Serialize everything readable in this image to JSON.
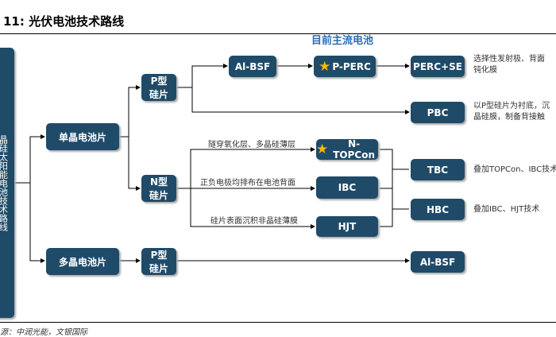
{
  "title": "11: 光伏电池技术路线",
  "mainstream_label": "目前主流电池",
  "root": "晶硅太阳能电池技术路线",
  "nodes": {
    "mono": "单晶电池片",
    "poly": "多晶电池片",
    "p_wafer_top": "P型\n硅片",
    "n_wafer": "N型\n硅片",
    "p_wafer_bottom": "P型\n硅片",
    "albsf_top": "Al-BSF",
    "perc": "P-PERC",
    "perc_se": "PERC+SE",
    "pbc": "PBC",
    "topcon": "N-TOPCon",
    "ibc": "IBC",
    "hjt": "HJT",
    "tbc": "TBC",
    "hbc": "HBC",
    "albsf_bottom": "Al-BSF"
  },
  "edges": {
    "topcon": "隧穿氧化层、多晶硅薄层",
    "ibc": "正负电极均排布在电池背面",
    "hjt": "硅片表面沉积非晶硅薄膜"
  },
  "descriptions": {
    "perc_se": "选择性发射极、背面\n钝化膜",
    "pbc": "以P型硅片为衬底，沉\n晶硅膜，制备背接触",
    "tbc": "叠加TOPCon、IBC技术",
    "hbc": "叠加IBC、HJT技术"
  },
  "source": "源：中润光能，文银国际",
  "colors": {
    "box": "#1f4b69",
    "star": "#f5b800",
    "highlight": "#2e6db4"
  }
}
